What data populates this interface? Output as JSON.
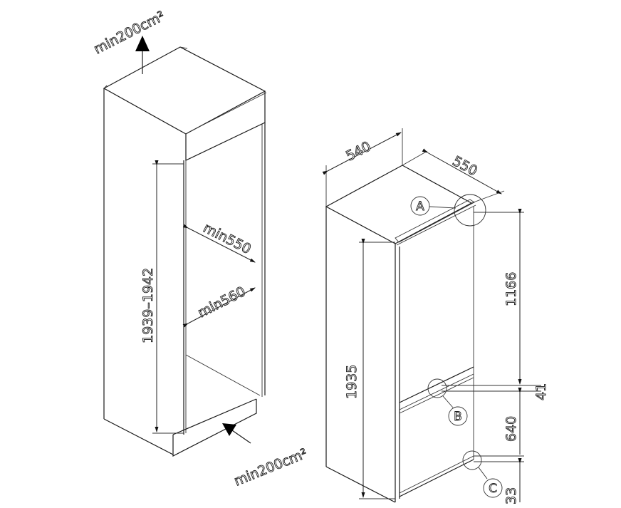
{
  "niche": {
    "vent_top": "min200cm²",
    "vent_bottom": "min200cm²",
    "height": "1939–1942",
    "depth": "min550",
    "width": "min560"
  },
  "appliance": {
    "width": "540",
    "depth": "550",
    "height": "1935",
    "upper_offset": "1166",
    "middle_gap": "41",
    "lower_offset": "640",
    "bottom_offset": "33",
    "labels": [
      "A",
      "B",
      "C"
    ]
  }
}
